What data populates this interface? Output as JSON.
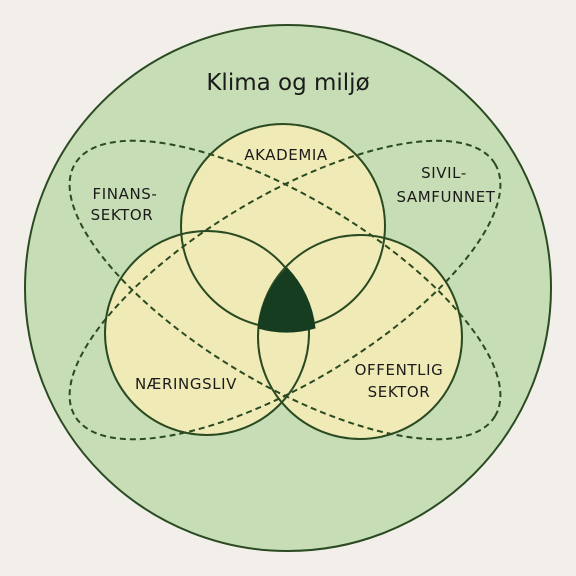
{
  "title": "Klima og miljø",
  "colors": {
    "background": "#f2efea",
    "outer_fill": "#c6ddb5",
    "circle_fill": "#f0eab6",
    "stroke": "#2a4a22",
    "center_fill": "#163d1f"
  },
  "labels": {
    "akademia": "AKADEMIA",
    "finans_line1": "FINANS-",
    "finans_line2": "SEKTOR",
    "sivil_line1": "SIVIL-",
    "sivil_line2": "SAMFUNNET",
    "naeringsliv": "NÆRINGSLIV",
    "offentlig_line1": "OFFENTLIG",
    "offentlig_line2": "SEKTOR"
  }
}
